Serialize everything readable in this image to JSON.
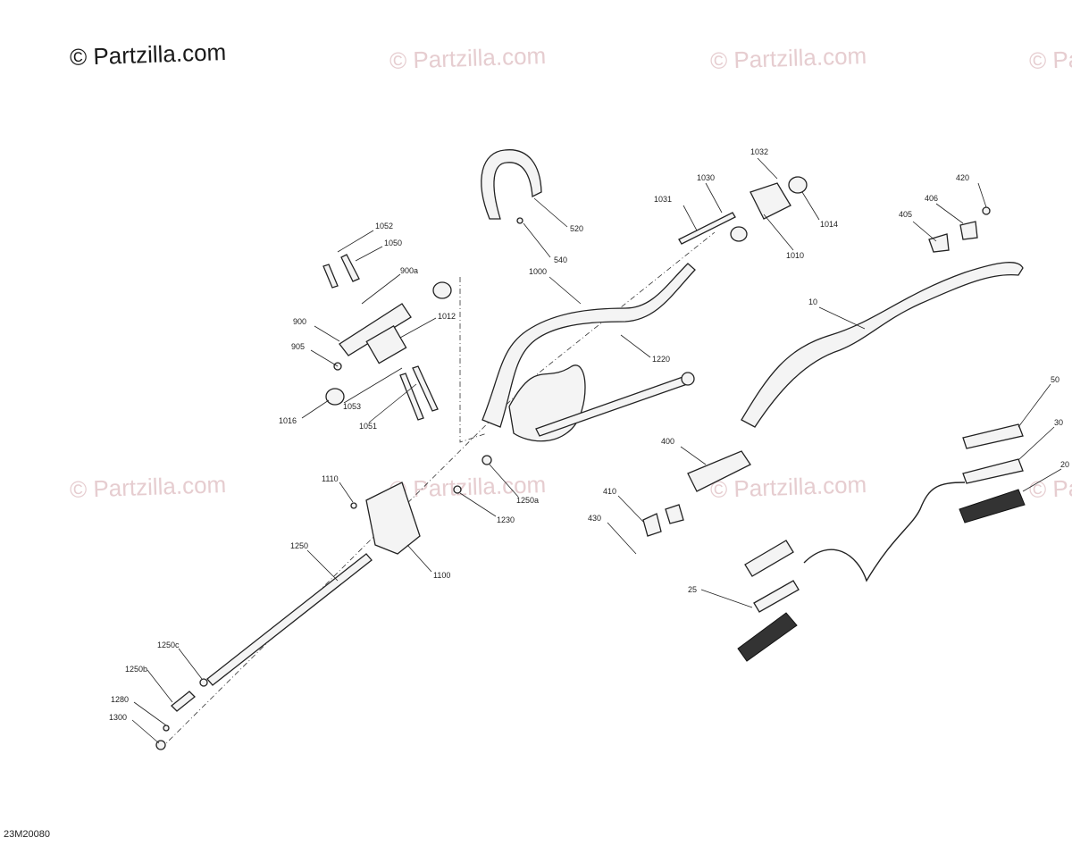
{
  "watermark": {
    "main": "© Partzilla.com",
    "faded": "© Partzilla.com"
  },
  "diagram_code": "23M20080",
  "callouts": [
    "1052",
    "1050",
    "900a",
    "1012",
    "900",
    "905",
    "1053",
    "1016",
    "1051",
    "520",
    "540",
    "1000",
    "1220",
    "1031",
    "1030",
    "1032",
    "1014",
    "1010",
    "420",
    "406",
    "405",
    "10",
    "50",
    "30",
    "20",
    "400",
    "410",
    "430",
    "25",
    "1110",
    "1250a",
    "1230",
    "1100",
    "1250",
    "1250c",
    "1250b",
    "1280",
    "1300"
  ]
}
